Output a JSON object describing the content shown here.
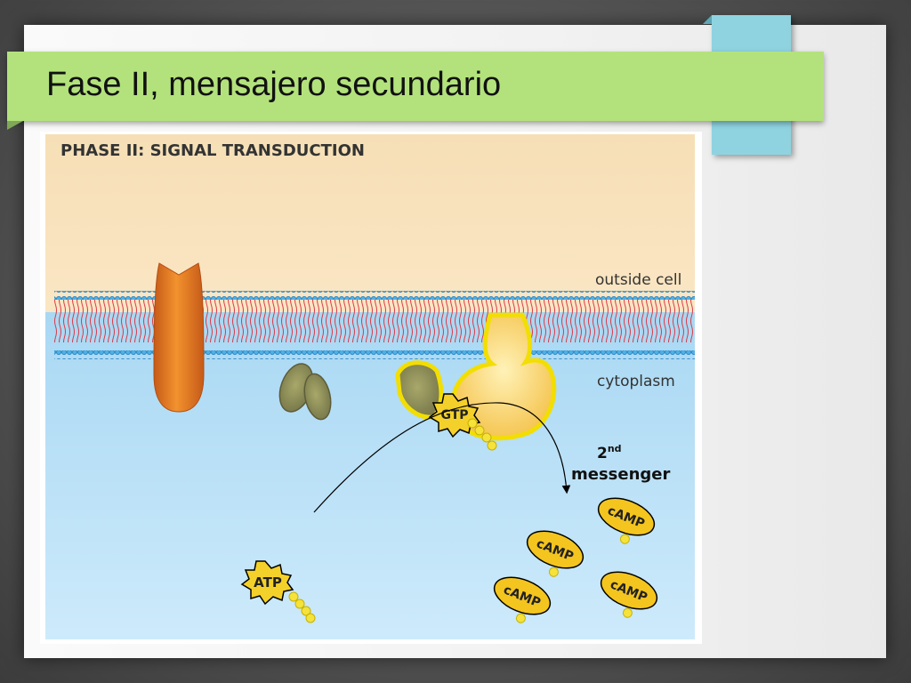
{
  "slide": {
    "title": "Fase II, mensajero secundario"
  },
  "figure": {
    "heading": "PHASE II: SIGNAL TRANSDUCTION",
    "outside_label": "outside cell",
    "cytoplasm_label": "cytoplasm",
    "second_messenger_number": "2",
    "second_messenger_sup": "nd",
    "second_messenger_word": "messenger",
    "gtp_label": "GTP",
    "atp_label": "ATP",
    "camp_labels": [
      "cAMP",
      "cAMP",
      "cAMP",
      "cAMP"
    ]
  },
  "colors": {
    "accent_blue": "#8fd3e0",
    "title_green": "#b3e27c",
    "outside_bg": "#f8e1bb",
    "cytoplasm_bg": "#bfe3f7",
    "membrane_head": "#3aa0d9",
    "membrane_tail": "#d83a4a",
    "receptor": "#e0701e",
    "g_protein": "#8a8a50",
    "enzyme": "#f7cf5a",
    "molecule": "#f4d12a"
  }
}
